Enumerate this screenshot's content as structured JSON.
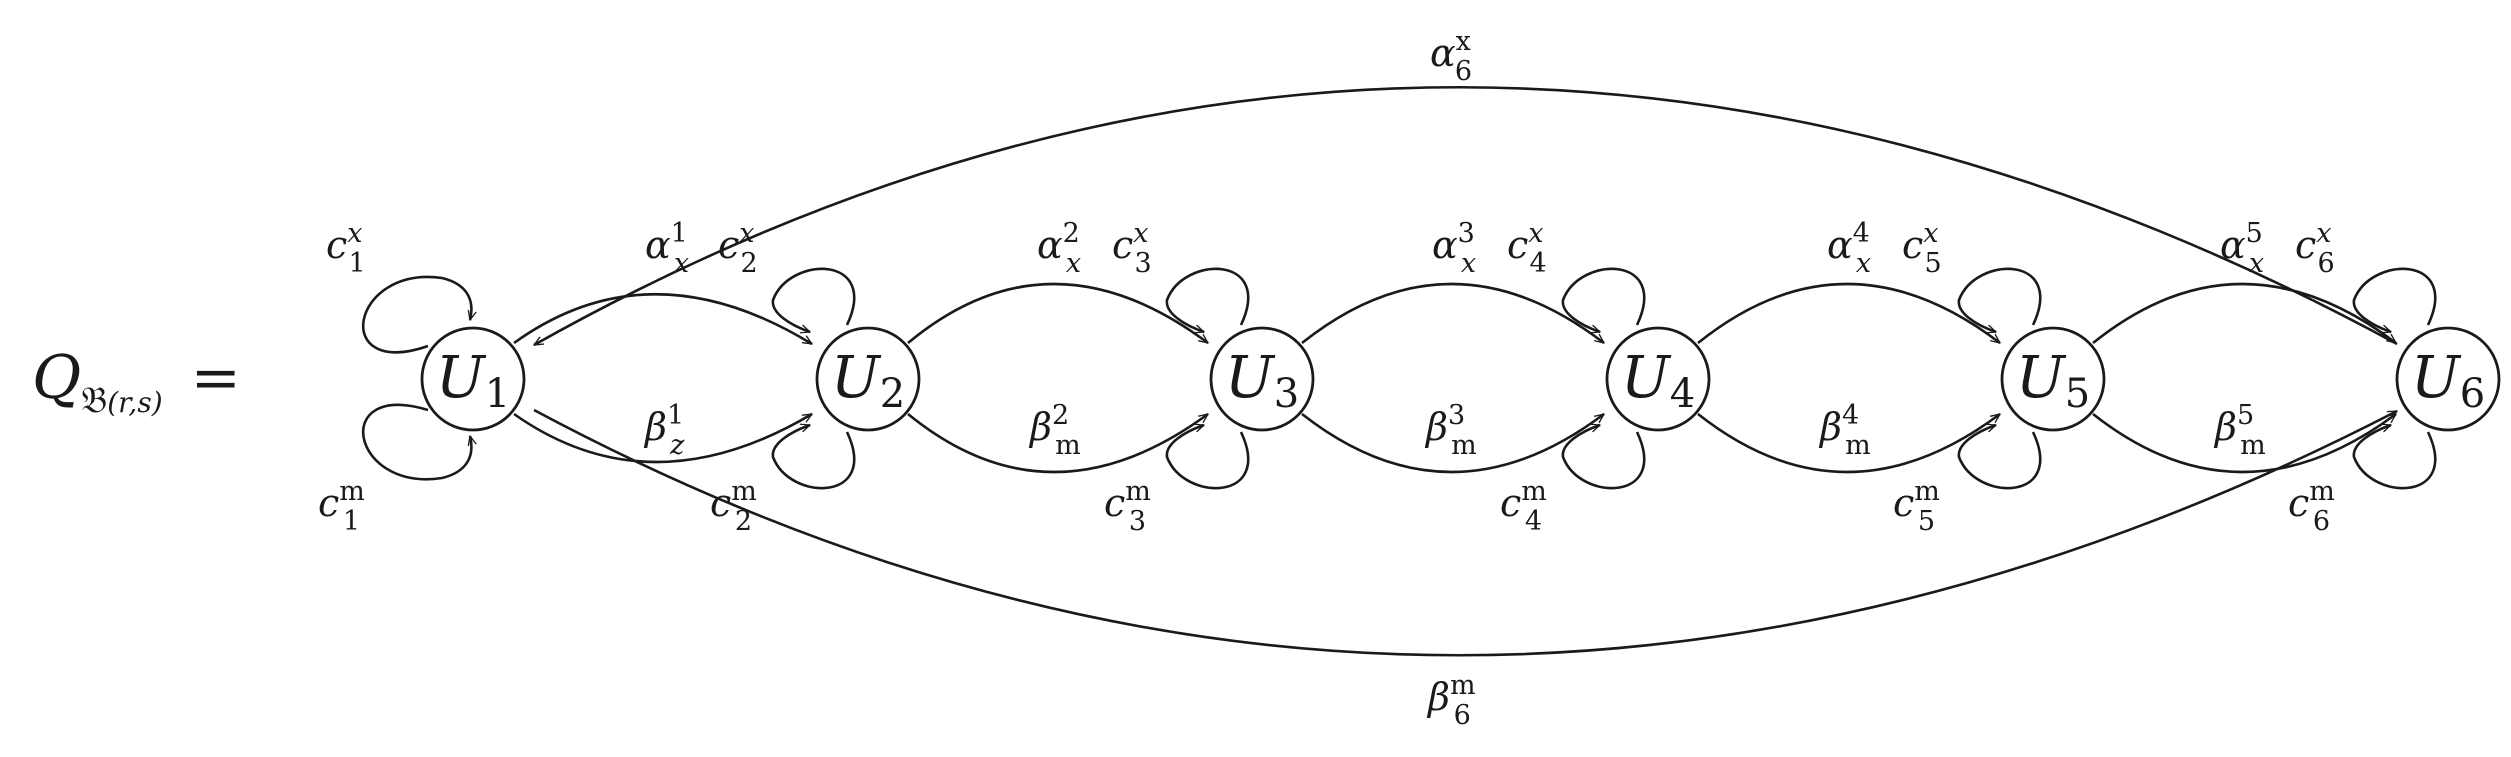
{
  "title": {
    "symbol": "Q",
    "sub_letter": "𝔅",
    "sub_args": "(r,s)",
    "equals": "="
  },
  "nodes": [
    {
      "base": "U",
      "index": "1"
    },
    {
      "base": "U",
      "index": "2"
    },
    {
      "base": "U",
      "index": "3"
    },
    {
      "base": "U",
      "index": "4"
    },
    {
      "base": "U",
      "index": "5"
    },
    {
      "base": "U",
      "index": "6"
    }
  ],
  "loops_top": [
    {
      "base": "c",
      "sub": "1",
      "sup": "x"
    },
    {
      "base": "c",
      "sub": "2",
      "sup": "x"
    },
    {
      "base": "c",
      "sub": "3",
      "sup": "x"
    },
    {
      "base": "c",
      "sub": "4",
      "sup": "x"
    },
    {
      "base": "c",
      "sub": "5",
      "sup": "x"
    },
    {
      "base": "c",
      "sub": "6",
      "sup": "x"
    }
  ],
  "loops_bottom": [
    {
      "base": "c",
      "sub": "1",
      "sup": "m"
    },
    {
      "base": "c",
      "sub": "2",
      "sup": "m"
    },
    {
      "base": "c",
      "sub": "3",
      "sup": "m"
    },
    {
      "base": "c",
      "sub": "4",
      "sup": "m"
    },
    {
      "base": "c",
      "sub": "5",
      "sup": "m"
    },
    {
      "base": "c",
      "sub": "6",
      "sup": "m"
    }
  ],
  "alpha_edges": [
    {
      "base": "α",
      "sub": "x",
      "sup": "1"
    },
    {
      "base": "α",
      "sub": "x",
      "sup": "2"
    },
    {
      "base": "α",
      "sub": "x",
      "sup": "3"
    },
    {
      "base": "α",
      "sub": "x",
      "sup": "4"
    },
    {
      "base": "α",
      "sub": "x",
      "sup": "5"
    }
  ],
  "beta_edges": [
    {
      "base": "β",
      "sub": "z",
      "sup": "1"
    },
    {
      "base": "β",
      "sub": "m",
      "sup": "2"
    },
    {
      "base": "β",
      "sub": "m",
      "sup": "3"
    },
    {
      "base": "β",
      "sub": "m",
      "sup": "4"
    },
    {
      "base": "β",
      "sub": "m",
      "sup": "5"
    }
  ],
  "long_edges": [
    {
      "base": "α",
      "sub": "6",
      "sup": "x"
    },
    {
      "base": "β",
      "sub": "6",
      "sup": "m"
    }
  ]
}
